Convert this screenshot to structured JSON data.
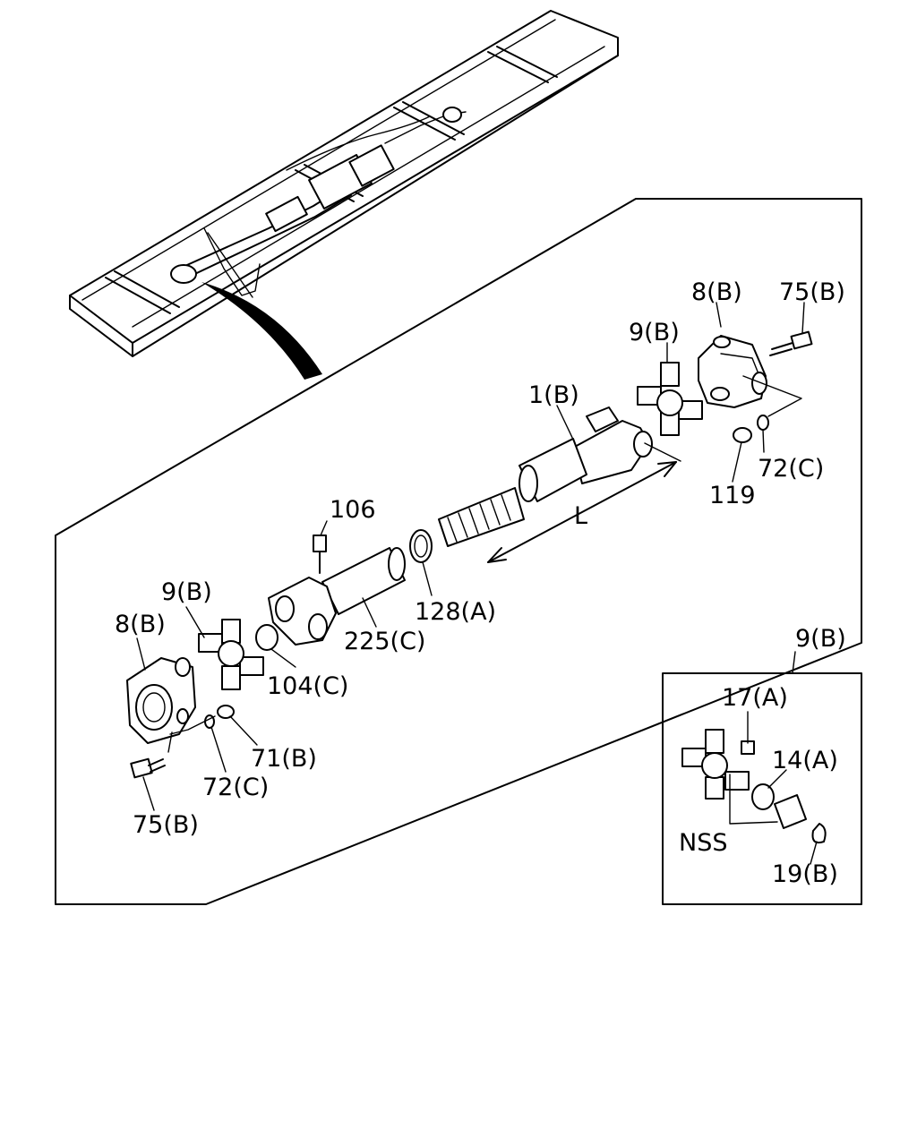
{
  "diagram": {
    "callouts": {
      "c_8b_top": "8(B)",
      "c_75b_top": "75(B)",
      "c_9b_top": "9(B)",
      "c_1b": "1(B)",
      "c_72c_top": "72(C)",
      "c_119": "119",
      "c_l": "L",
      "c_106": "106",
      "c_128a": "128(A)",
      "c_225c": "225(C)",
      "c_9b_left": "9(B)",
      "c_8b_left": "8(B)",
      "c_104c": "104(C)",
      "c_71b": "71(B)",
      "c_72c_bottom": "72(C)",
      "c_75b_bottom": "75(B)",
      "c_9b_inset": "9(B)",
      "c_17a": "17(A)",
      "c_14a": "14(A)",
      "c_nss": "NSS",
      "c_19b": "19(B)"
    }
  }
}
